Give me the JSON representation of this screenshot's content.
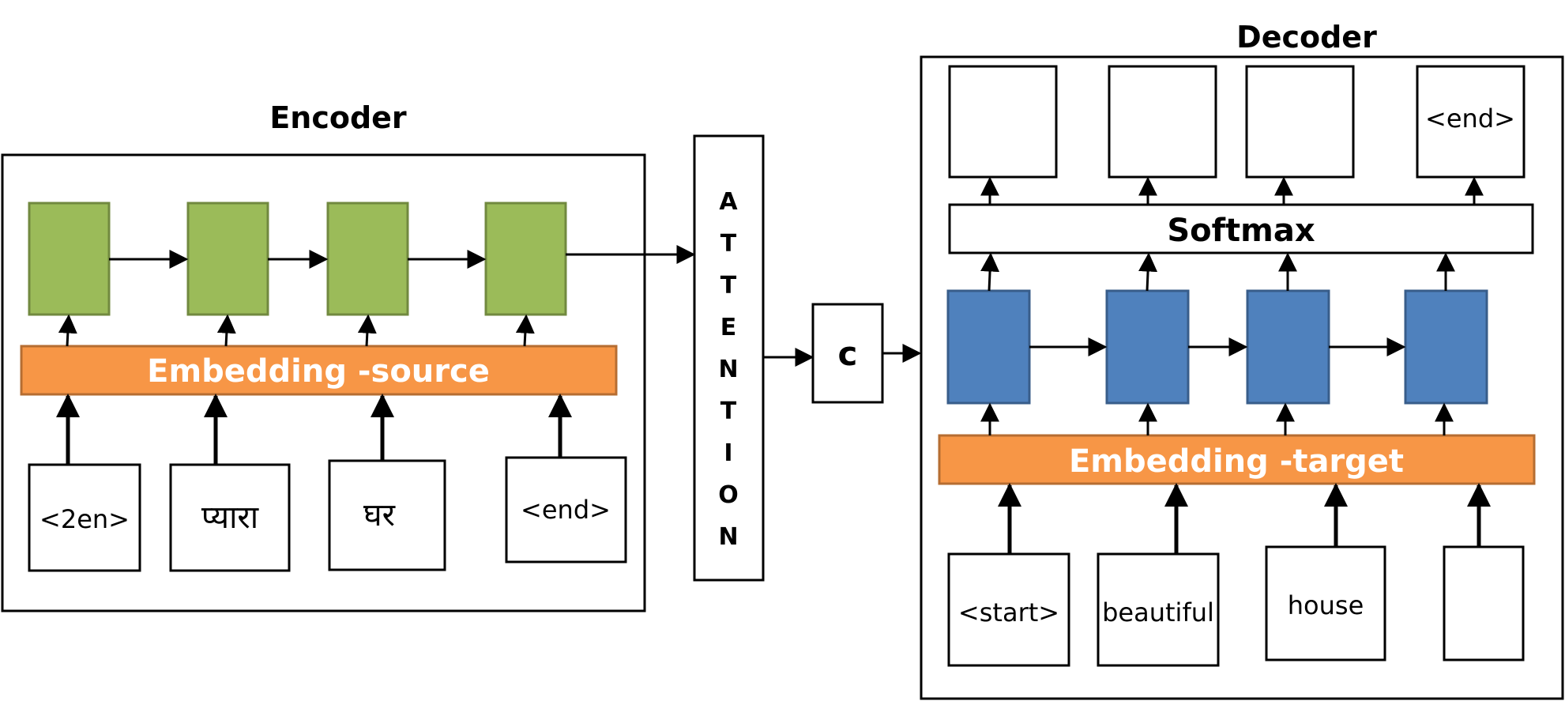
{
  "encoder": {
    "title": "Encoder",
    "embedding_label": "Embedding -source",
    "inputs": [
      "<2en>",
      "प्यारा",
      "घर",
      "<end>"
    ]
  },
  "attention": {
    "letters": [
      "A",
      "T",
      "T",
      "E",
      "N",
      "T",
      "I",
      "O",
      "N"
    ]
  },
  "context": {
    "label": "c"
  },
  "decoder": {
    "title": "Decoder",
    "softmax_label": "Softmax",
    "embedding_label": "Embedding -target",
    "outputs": [
      "",
      "",
      "",
      "<end>"
    ],
    "inputs": [
      "<start>",
      "beautiful",
      "house",
      ""
    ]
  },
  "colors": {
    "encoder_cell_fill": "#9BBB59",
    "encoder_cell_stroke": "#71893F",
    "decoder_cell_fill": "#4F81BD",
    "decoder_cell_stroke": "#385D8A",
    "embedding_fill": "#F79646",
    "embedding_stroke": "#B66D31",
    "embedding_text": "#ffffff"
  }
}
